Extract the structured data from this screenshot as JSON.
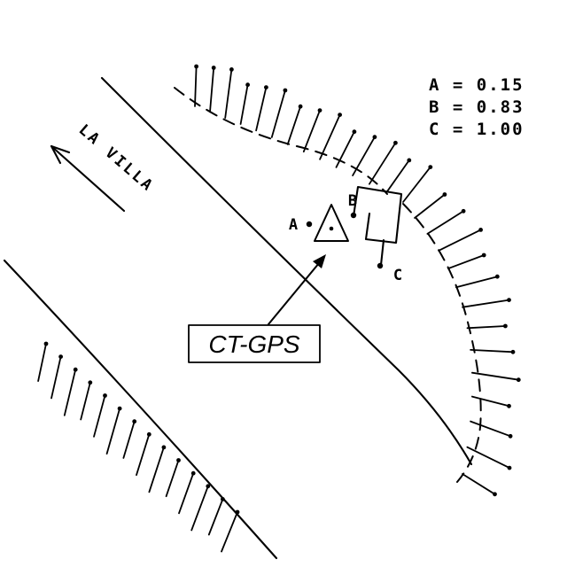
{
  "road": {
    "label": "LA VILLA"
  },
  "station": {
    "label": "CT-GPS"
  },
  "points": {
    "a": {
      "label": "A",
      "value": "0.15"
    },
    "b": {
      "label": "B",
      "value": "0.83"
    },
    "c": {
      "label": "C",
      "value": "1.00"
    }
  },
  "legend": {
    "entries": [
      {
        "point": "A",
        "value": "0.15",
        "text": "A = 0.15"
      },
      {
        "point": "B",
        "value": "0.83",
        "text": "B = 0.83"
      },
      {
        "point": "C",
        "value": "1.00",
        "text": "C = 1.00"
      }
    ]
  }
}
